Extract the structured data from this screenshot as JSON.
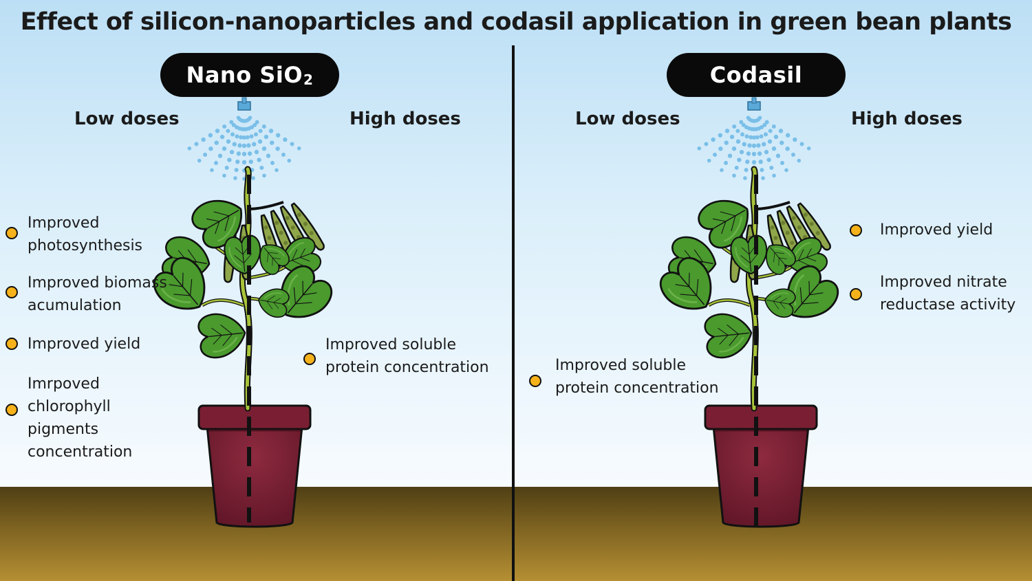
{
  "title": "Effect of silicon-nanoparticles and codasil application in green bean plants",
  "panels": {
    "nano": {
      "treatment_main": "Nano SiO",
      "treatment_sub": "2",
      "low_label": "Low doses",
      "high_label": "High doses",
      "low_effects": [
        {
          "lines": [
            "Improved",
            "photosynthesis"
          ]
        },
        {
          "lines": [
            "Improved biomass",
            "acumulation"
          ]
        },
        {
          "lines": [
            "Improved yield"
          ]
        },
        {
          "lines": [
            "Imrpoved",
            "chlorophyll",
            "pigments",
            "concentration"
          ]
        }
      ],
      "high_effects": [
        {
          "lines": [
            "Improved soluble",
            "protein concentration"
          ]
        }
      ]
    },
    "codasil": {
      "treatment_main": "Codasil",
      "low_label": "Low doses",
      "high_label": "High doses",
      "low_effects": [
        {
          "lines": [
            "Improved soluble",
            "protein concentration"
          ]
        }
      ],
      "high_effects": [
        {
          "lines": [
            "Improved yield"
          ]
        },
        {
          "lines": [
            "Improved nitrate",
            "reductase activity"
          ]
        }
      ]
    }
  },
  "colors": {
    "accent_dot": "#f6b21b",
    "leaf": "#4a9a2e",
    "pot": "#7a1f33",
    "spray": "#6cb8e6"
  },
  "icons": {
    "sprayer": "sprayer-nozzle-icon",
    "plant": "green-bean-plant-icon",
    "pot": "flower-pot-icon"
  }
}
